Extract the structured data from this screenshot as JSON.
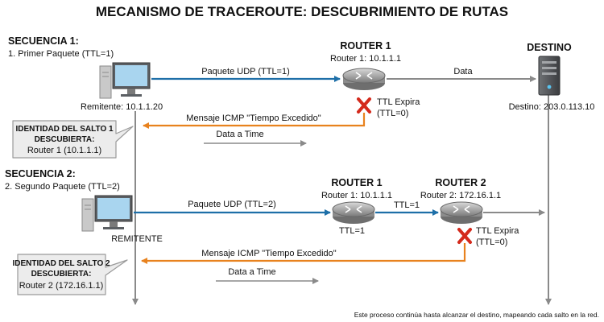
{
  "title": "MECANISMO DE TRACEROUTE: DESCUBRIMIENTO DE RUTAS",
  "colors": {
    "udp": "#1e6fa8",
    "icmp": "#e8821e",
    "gray": "#8a8a8a",
    "x_mark": "#d42a1c"
  },
  "seq1": {
    "heading": "SECUENCIA 1:",
    "sub": "1. Primer Paquete (TTL=1)",
    "sender": "Remitente: 10.1.1.20",
    "router_title": "ROUTER 1",
    "router_addr": "Router 1: 10.1.1.1",
    "dest_title": "DESTINO",
    "dest_addr": "Destino: 203.0.113.10",
    "udp": "Paquete UDP (TTL=1)",
    "data": "Data",
    "ttl_expire": "TTL Expira",
    "ttl_zero": "(TTL=0)",
    "icmp": "Mensaje ICMP \"Tiempo Excedido\"",
    "data_time": "Data a Time",
    "callout": {
      "line1": "IDENTIDAD DEL SALTO 1",
      "line2": "DESCUBIERTA:",
      "line3": "Router 1 (10.1.1.1)"
    }
  },
  "seq2": {
    "heading": "SECUENCIA 2:",
    "sub": "2. Segundo Paquete (TTL=2)",
    "sender": "REMITENTE",
    "r1_title": "ROUTER 1",
    "r1_addr": "Router 1: 10.1.1.1",
    "r2_title": "ROUTER 2",
    "r2_addr": "Router 2: 172.16.1.1",
    "udp": "Paquete UDP (TTL=2)",
    "ttl1_link": "TTL=1",
    "ttl1_below": "TTL=1",
    "ttl_expire": "TTL Expira",
    "ttl_zero": "(TTL=0)",
    "icmp": "Mensaje ICMP \"Tiempo Excedido\"",
    "data_time": "Data a Time",
    "callout": {
      "line1": "IDENTIDAD DEL SALTO 2",
      "line2": "DESCUBIERTA:",
      "line3": "Router 2 (172.16.1.1)"
    }
  },
  "footer": "Este proceso continúa hasta alcanzar el destino, mapeando cada salto en la red."
}
